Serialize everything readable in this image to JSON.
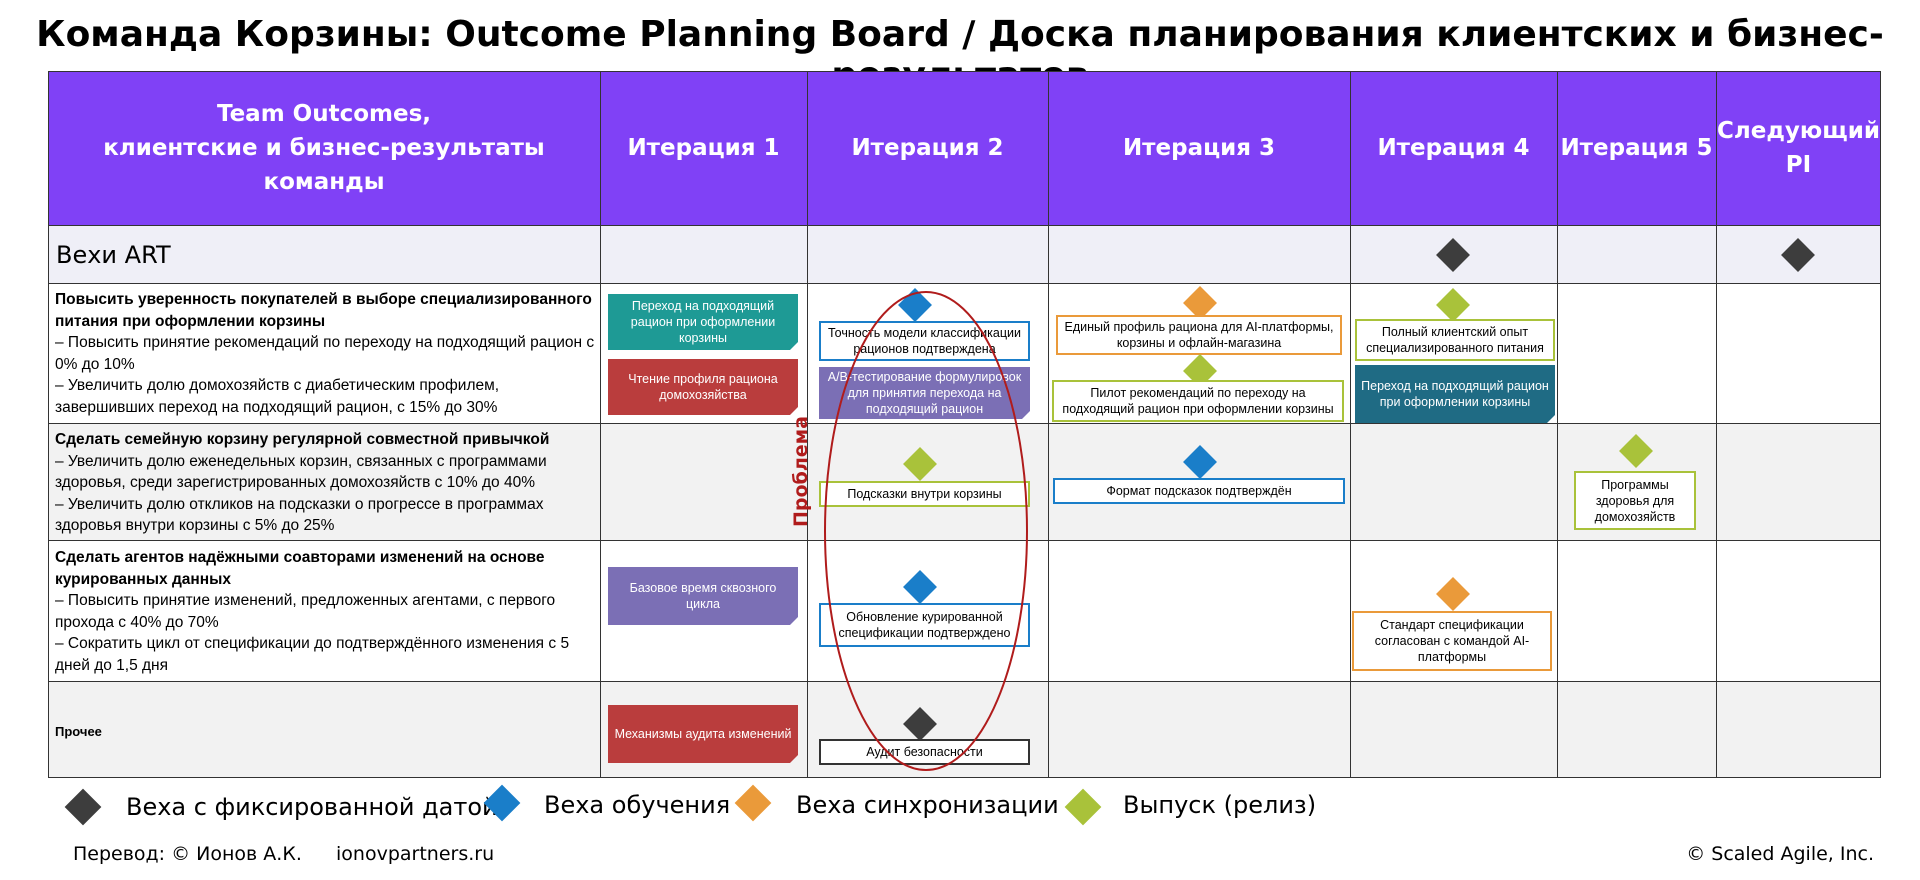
{
  "title": "Команда Корзины: Outcome Planning Board / Доска планирования клиентских и бизнес-результатов",
  "columns": {
    "outcomes": "Team Outcomes,\nклиентские и бизнес-результаты команды",
    "iter1": "Итерация 1",
    "iter2": "Итерация 2",
    "iter3": "Итерация 3",
    "iter4": "Итерация 4",
    "iter5": "Итерация 5",
    "next_pi": "Следующий\nPI"
  },
  "milestones_row": {
    "label": "Вехи ART"
  },
  "outcomes": [
    {
      "heading": "Повысить уверенность покупателей в выборе специализированного питания при оформлении корзины",
      "lines": [
        "– Повысить принятие рекомендаций по переходу на подходящий рацион с 0% до 10%",
        "– Увеличить долю домохозяйств с диабетическим профилем, завершивших переход на подходящий рацион, с 15% до 30%"
      ]
    },
    {
      "heading": "Сделать семейную корзину регулярной совместной привычкой",
      "lines": [
        "– Увеличить долю еженедельных корзин, связанных с программами здоровья, среди зарегистрированных домохозяйств с 10% до 40%",
        "– Увеличить долю откликов на подсказки о прогрессе в программах здоровья внутри корзины с 5% до 25%"
      ]
    },
    {
      "heading": "Сделать агентов надёжными соавторами изменений на основе курированных данных",
      "lines": [
        "– Повысить принятие изменений, предложенных агентами, с первого прохода с 40% до 70%",
        "– Сократить цикл от спецификации до подтверждённого изменения с 5 дней до 1,5 дня"
      ]
    },
    {
      "heading": "Прочее",
      "lines": []
    }
  ],
  "cards": {
    "r1_i1_a": "Переход на подходящий рацион при оформлении корзины",
    "r1_i1_b": "Чтение профиля рациона домохозяйства",
    "r1_i2_a": "Точность модели классификации рационов подтверждена",
    "r1_i2_b": "A/B-тестирование формулировок для принятия перехода на подходящий рацион",
    "r1_i3_a": "Единый профиль рациона для AI-платформы, корзины и офлайн-магазина",
    "r1_i3_b": "Пилот рекомендаций по переходу на подходящий рацион при оформлении корзины",
    "r1_i4_a": "Полный клиентский опыт специализированного питания",
    "r1_i4_b": "Переход на подходящий рацион при оформлении корзины",
    "r2_i2": "Подсказки внутри корзины",
    "r2_i3": "Формат подсказок подтверждён",
    "r2_i5": "Программы здоровья для домохозяйств",
    "r3_i1": "Базовое время сквозного цикла",
    "r3_i2": "Обновление курированной спецификации подтверждено",
    "r3_i4": "Стандарт спецификации согласован с командой AI-платформы",
    "r4_i1": "Механизмы аудита изменений",
    "r4_i2": "Аудит безопасности"
  },
  "problem_label": "Проблема",
  "legend": {
    "fixed": "Веха с фиксированной датой",
    "learning": "Веха обучения",
    "sync": "Веха синхронизации",
    "release": "Выпуск (релиз)"
  },
  "footer": {
    "translation": "Перевод: © Ионов А.К.",
    "site": "ionovpartners.ru",
    "copyright": "© Scaled Agile,  Inc."
  },
  "colors": {
    "header": "#8041f6",
    "milestone_fixed": "#3d3d3d",
    "milestone_learning": "#1a7ec9",
    "milestone_sync": "#ea9a3a",
    "milestone_release": "#a9c23a",
    "teal": "#1e9a95",
    "red": "#ba3d3d",
    "purple": "#7b6fb5",
    "dark_teal": "#1f6b84",
    "problem": "#b01c1c"
  }
}
